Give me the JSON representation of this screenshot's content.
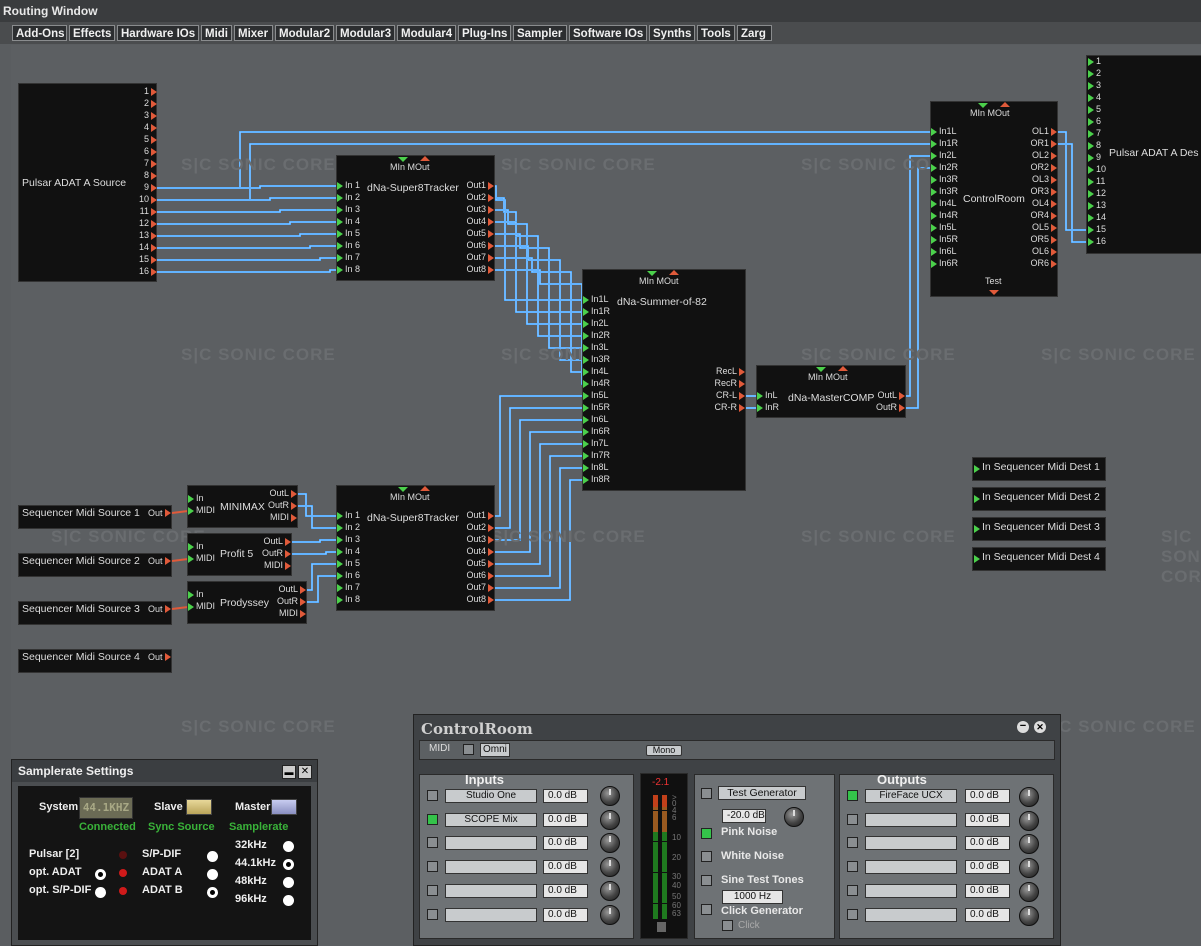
{
  "window": {
    "title": "Routing Window"
  },
  "menu": [
    "Add-Ons",
    "Effects",
    "Hardware IOs",
    "Midi",
    "Mixer",
    "Modular2",
    "Modular3",
    "Modular4",
    "Plug-Ins",
    "Sampler",
    "Software IOs",
    "Synths",
    "Tools",
    "Zarg"
  ],
  "watermark": "S|C  SONIC CORE",
  "modules": {
    "adat_source": {
      "name": "Pulsar ADAT A Source",
      "outputs": [
        "1",
        "2",
        "3",
        "4",
        "5",
        "6",
        "7",
        "8",
        "9",
        "10",
        "11",
        "12",
        "13",
        "14",
        "15",
        "16"
      ]
    },
    "tracker1": {
      "name": "dNa-Super8Tracker",
      "midi": "MIn MOut",
      "inputs": [
        "In 1",
        "In 2",
        "In 3",
        "In 4",
        "In 5",
        "In 6",
        "In 7",
        "In 8"
      ],
      "outputs": [
        "Out1",
        "Out2",
        "Out3",
        "Out4",
        "Out5",
        "Out6",
        "Out7",
        "Out8"
      ]
    },
    "tracker2": {
      "name": "dNa-Super8Tracker",
      "midi": "MIn MOut",
      "inputs": [
        "In 1",
        "In 2",
        "In 3",
        "In 4",
        "In 5",
        "In 6",
        "In 7",
        "In 8"
      ],
      "outputs": [
        "Out1",
        "Out2",
        "Out3",
        "Out4",
        "Out5",
        "Out6",
        "Out7",
        "Out8"
      ]
    },
    "summer": {
      "name": "dNa-Summer-of-82",
      "midi": "MIn MOut",
      "inputs": [
        "In1L",
        "In1R",
        "In2L",
        "In2R",
        "In3L",
        "In3R",
        "In4L",
        "In4R",
        "In5L",
        "In5R",
        "In6L",
        "In6R",
        "In7L",
        "In7R",
        "In8L",
        "In8R"
      ],
      "outputs": [
        "RecL",
        "RecR",
        "CR-L",
        "CR-R"
      ]
    },
    "mastercomp": {
      "name": "dNa-MasterCOMP",
      "midi": "MIn MOut",
      "inputs": [
        "InL",
        "InR"
      ],
      "outputs": [
        "OutL",
        "OutR"
      ]
    },
    "controlroom": {
      "name": "ControlRoom",
      "midi": "MIn MOut",
      "inputs": [
        "In1L",
        "In1R",
        "In2L",
        "In2R",
        "In3R",
        "In3R",
        "In4L",
        "In4R",
        "In5L",
        "In5R",
        "In6L",
        "In6R"
      ],
      "outputs": [
        "OL1",
        "OR1",
        "OL2",
        "OR2",
        "OL3",
        "OR3",
        "OL4",
        "OR4",
        "OL5",
        "OR5",
        "OL6",
        "OR6"
      ],
      "test": "Test"
    },
    "adat_dest": {
      "name": "Pulsar ADAT A Des",
      "inputs": [
        "1",
        "2",
        "3",
        "4",
        "5",
        "6",
        "7",
        "8",
        "9",
        "10",
        "11",
        "12",
        "13",
        "14",
        "15",
        "16"
      ]
    },
    "minimax": {
      "name": "MINIMAX",
      "inputs": [
        "In",
        "MIDI"
      ],
      "outputs": [
        "OutL",
        "OutR",
        "MIDI"
      ]
    },
    "profit5": {
      "name": "Profit 5",
      "inputs": [
        "In",
        "MIDI"
      ],
      "outputs": [
        "OutL",
        "OutR",
        "MIDI"
      ]
    },
    "prodyssey": {
      "name": "Prodyssey",
      "inputs": [
        "In",
        "MIDI"
      ],
      "outputs": [
        "OutL",
        "OutR",
        "MIDI"
      ]
    },
    "seq_sources": [
      {
        "name": "Sequencer Midi Source 1",
        "port": "Out"
      },
      {
        "name": "Sequencer Midi Source 2",
        "port": "Out"
      },
      {
        "name": "Sequencer Midi Source 3",
        "port": "Out"
      },
      {
        "name": "Sequencer Midi Source 4",
        "port": "Out"
      }
    ],
    "seq_dests": [
      {
        "name": "In Sequencer Midi Dest 1"
      },
      {
        "name": "In Sequencer Midi Dest 2"
      },
      {
        "name": "In Sequencer Midi Dest 3"
      },
      {
        "name": "In Sequencer Midi Dest 4"
      }
    ]
  },
  "samplerate": {
    "title": "Samplerate Settings",
    "system_label": "System",
    "system_value": "44.1KHZ",
    "connected": "Connected",
    "slave": "Slave",
    "master": "Master",
    "sync_source": "Sync Source",
    "samplerate_label": "Samplerate",
    "left_options": [
      "Pulsar [2]",
      "opt. ADAT",
      "opt. S/P-DIF"
    ],
    "mid_options": [
      "S/P-DIF",
      "ADAT A",
      "ADAT B"
    ],
    "rates": [
      "32kHz",
      "44.1kHz",
      "48kHz",
      "96kHz"
    ],
    "selected_left": "opt. ADAT",
    "selected_mid": "ADAT B",
    "selected_rate": "44.1kHz"
  },
  "controlroom_panel": {
    "title": "ControlRoom",
    "midi": "MIDI",
    "omni": "Omni",
    "mono": "Mono",
    "inputs_title": "Inputs",
    "inputs": [
      {
        "name": "Studio One",
        "db": "0.0 dB",
        "on": false
      },
      {
        "name": "SCOPE Mix",
        "db": "0.0 dB",
        "on": true
      },
      {
        "name": "",
        "db": "0.0 dB",
        "on": false
      },
      {
        "name": "",
        "db": "0.0 dB",
        "on": false
      },
      {
        "name": "",
        "db": "0.0 dB",
        "on": false
      },
      {
        "name": "",
        "db": "0.0 dB",
        "on": false
      }
    ],
    "meter_peak": "-2.1",
    "meter_scale": [
      ">",
      "0",
      "4",
      "6",
      "10",
      "20",
      "30",
      "40",
      "50",
      "60",
      "63"
    ],
    "test_generator": "Test Generator",
    "test_level": "-20.0 dB",
    "pink_noise": "Pink Noise",
    "white_noise": "White Noise",
    "sine_tones": "Sine Test Tones",
    "sine_freq": "1000 Hz",
    "click_generator": "Click Generator",
    "click": "Click",
    "outputs_title": "Outputs",
    "outputs": [
      {
        "name": "FireFace UCX",
        "db": "0.0 dB",
        "on": true
      },
      {
        "name": "",
        "db": "0.0 dB",
        "on": false
      },
      {
        "name": "",
        "db": "0.0 dB",
        "on": false
      },
      {
        "name": "",
        "db": "0.0 dB",
        "on": false
      },
      {
        "name": "",
        "db": "0.0 dB",
        "on": false
      },
      {
        "name": "",
        "db": "0.0 dB",
        "on": false
      }
    ]
  },
  "colors": {
    "wire": "#3aa0ff",
    "port_out": "#e05a3a",
    "port_in": "#4bd04b",
    "led_green": "#34c34a"
  }
}
